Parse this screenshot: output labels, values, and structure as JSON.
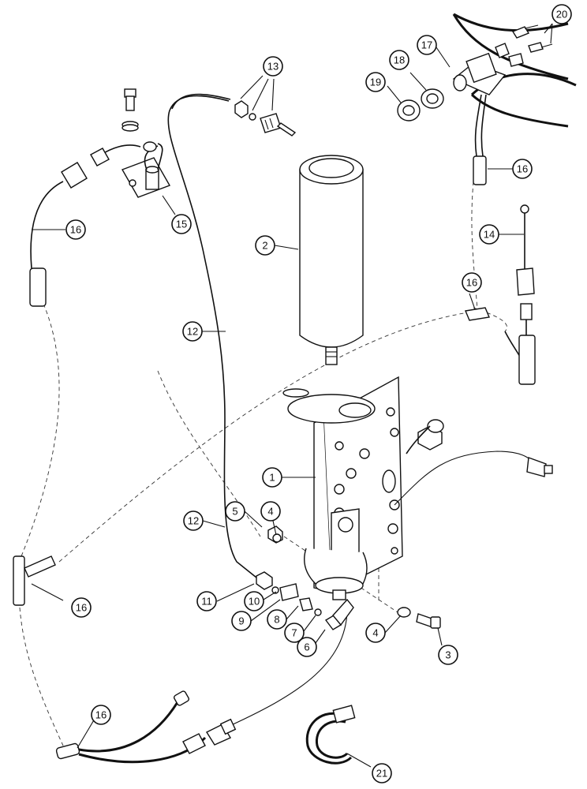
{
  "callouts": [
    {
      "id": "c1",
      "label": "1"
    },
    {
      "id": "c2",
      "label": "2"
    },
    {
      "id": "c3",
      "label": "3"
    },
    {
      "id": "c4a",
      "label": "4"
    },
    {
      "id": "c4b",
      "label": "4"
    },
    {
      "id": "c5",
      "label": "5"
    },
    {
      "id": "c6",
      "label": "6"
    },
    {
      "id": "c7",
      "label": "7"
    },
    {
      "id": "c8",
      "label": "8"
    },
    {
      "id": "c9",
      "label": "9"
    },
    {
      "id": "c10",
      "label": "10"
    },
    {
      "id": "c11",
      "label": "11"
    },
    {
      "id": "c12a",
      "label": "12"
    },
    {
      "id": "c12b",
      "label": "12"
    },
    {
      "id": "c13",
      "label": "13"
    },
    {
      "id": "c14",
      "label": "14"
    },
    {
      "id": "c15",
      "label": "15"
    },
    {
      "id": "c16a",
      "label": "16"
    },
    {
      "id": "c16b",
      "label": "16"
    },
    {
      "id": "c16c",
      "label": "16"
    },
    {
      "id": "c16d",
      "label": "16"
    },
    {
      "id": "c16e",
      "label": "16"
    },
    {
      "id": "c17",
      "label": "17"
    },
    {
      "id": "c18",
      "label": "18"
    },
    {
      "id": "c19",
      "label": "19"
    },
    {
      "id": "c20",
      "label": "20"
    },
    {
      "id": "c21",
      "label": "21"
    }
  ]
}
